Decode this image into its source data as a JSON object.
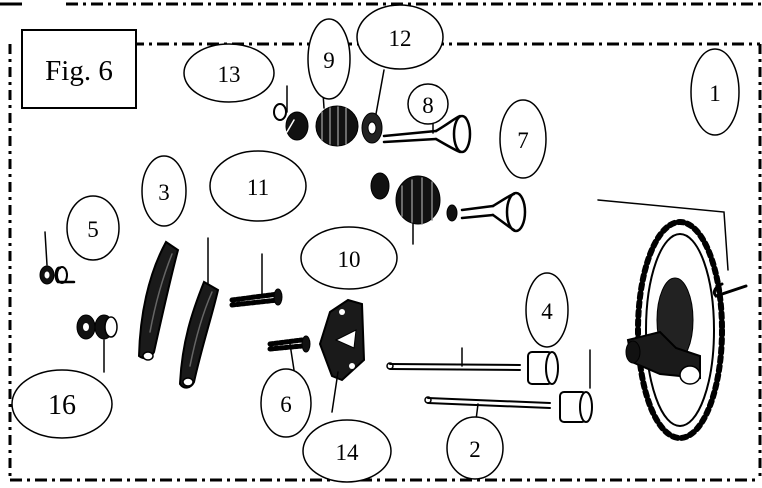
{
  "figure": {
    "label": "Fig. 6"
  },
  "callouts": [
    {
      "id": "1",
      "text": "1"
    },
    {
      "id": "2",
      "text": "2"
    },
    {
      "id": "3",
      "text": "3"
    },
    {
      "id": "4",
      "text": "4"
    },
    {
      "id": "5",
      "text": "5"
    },
    {
      "id": "6",
      "text": "6"
    },
    {
      "id": "7",
      "text": "7"
    },
    {
      "id": "8",
      "text": "8"
    },
    {
      "id": "9",
      "text": "9"
    },
    {
      "id": "10",
      "text": "10"
    },
    {
      "id": "11",
      "text": "11"
    },
    {
      "id": "12",
      "text": "12"
    },
    {
      "id": "13",
      "text": "13"
    },
    {
      "id": "14",
      "text": "14"
    },
    {
      "id": "16",
      "text": "16"
    }
  ],
  "colors": {
    "ink": "#000000",
    "paper": "#ffffff",
    "part_shade": "#1a1a1a"
  }
}
